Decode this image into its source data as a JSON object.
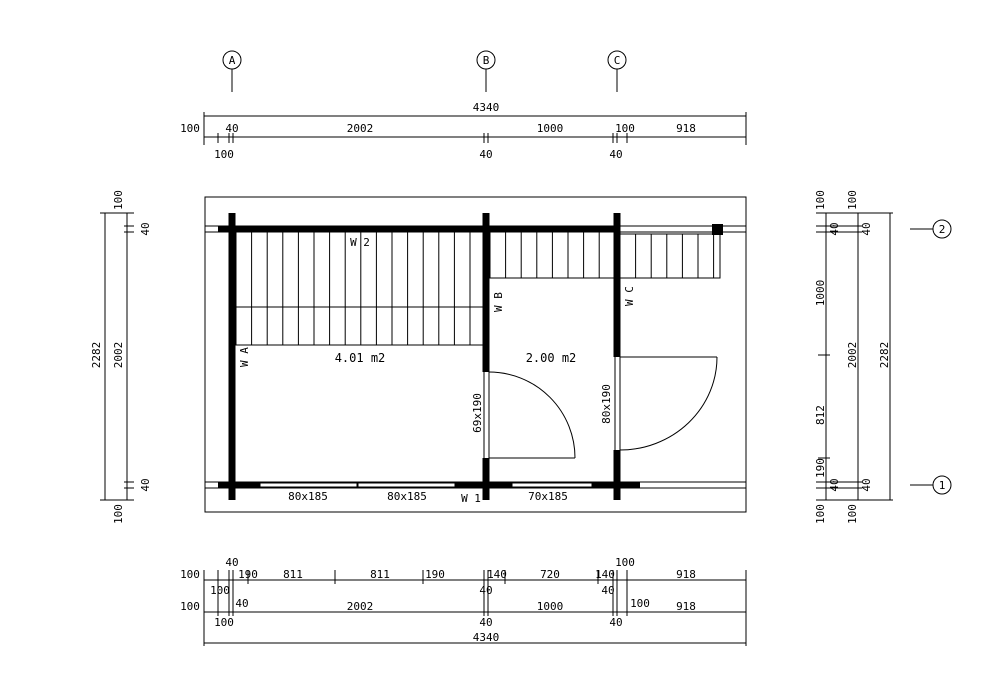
{
  "grid_axes": {
    "a": "A",
    "b": "B",
    "c": "C",
    "one": "1",
    "two": "2"
  },
  "top_dims": {
    "total": "4340",
    "row": [
      "100",
      "40",
      "2002",
      "1000",
      "100",
      "918"
    ],
    "below": [
      "100",
      "40",
      "40"
    ]
  },
  "bottom_dims": {
    "row1": [
      "100",
      "40",
      "190",
      "811",
      "811",
      "190",
      "140",
      "720",
      "140",
      "100",
      "918"
    ],
    "row2": [
      "100",
      "100",
      "40",
      "2002",
      "40",
      "1000",
      "40",
      "100",
      "918"
    ],
    "row3": [
      "100",
      "40",
      "40"
    ],
    "total": "4340"
  },
  "left_dims": {
    "total": "2282",
    "inner": "2002",
    "top": "100",
    "top_wall": "40",
    "bottom_wall": "40",
    "bottom": "100"
  },
  "right_dims": {
    "col1": [
      "100",
      "40",
      "1000",
      "812",
      "190",
      "40",
      "100"
    ],
    "col2": [
      "100",
      "40",
      "2002",
      "40",
      "100"
    ],
    "col3": "2282"
  },
  "rooms": [
    {
      "area": "4.01 m2"
    },
    {
      "area": "2.00 m2"
    }
  ],
  "doors": [
    "69x190",
    "80x190"
  ],
  "windows": [
    "80x185",
    "80x185",
    "70x185"
  ],
  "wall_marks": [
    "W 2",
    "W A",
    "W B",
    "W C",
    "W 1"
  ]
}
